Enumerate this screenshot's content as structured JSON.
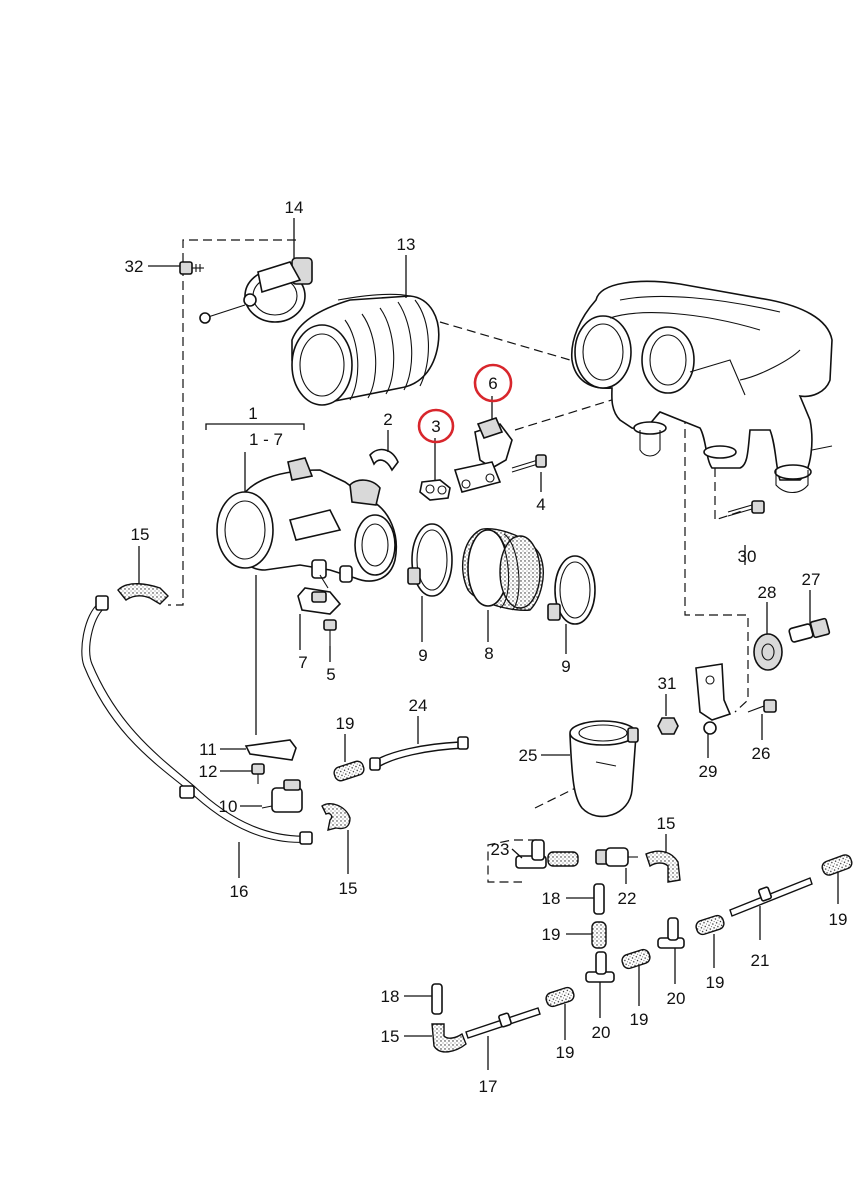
{
  "callouts": {
    "c1": "1",
    "c1range": "1 - 7",
    "c2": "2",
    "c3": "3",
    "c4": "4",
    "c5": "5",
    "c6": "6",
    "c7": "7",
    "c8": "8",
    "c9a": "9",
    "c9b": "9",
    "c10": "10",
    "c11": "11",
    "c12": "12",
    "c13": "13",
    "c14": "14",
    "c15a": "15",
    "c15b": "15",
    "c15c": "15",
    "c15d": "15",
    "c16": "16",
    "c17": "17",
    "c18a": "18",
    "c18b": "18",
    "c19a": "19",
    "c19b": "19",
    "c19c": "19",
    "c19d": "19",
    "c19e": "19",
    "c19f": "19",
    "c20a": "20",
    "c20b": "20",
    "c21": "21",
    "c22": "22",
    "c23": "23",
    "c24": "24",
    "c25": "25",
    "c26": "26",
    "c27": "27",
    "c28": "28",
    "c29": "29",
    "c30": "30",
    "c31": "31",
    "c32": "32"
  },
  "highlighted_callouts": [
    "3",
    "6"
  ],
  "highlight_color": "#d8262c"
}
